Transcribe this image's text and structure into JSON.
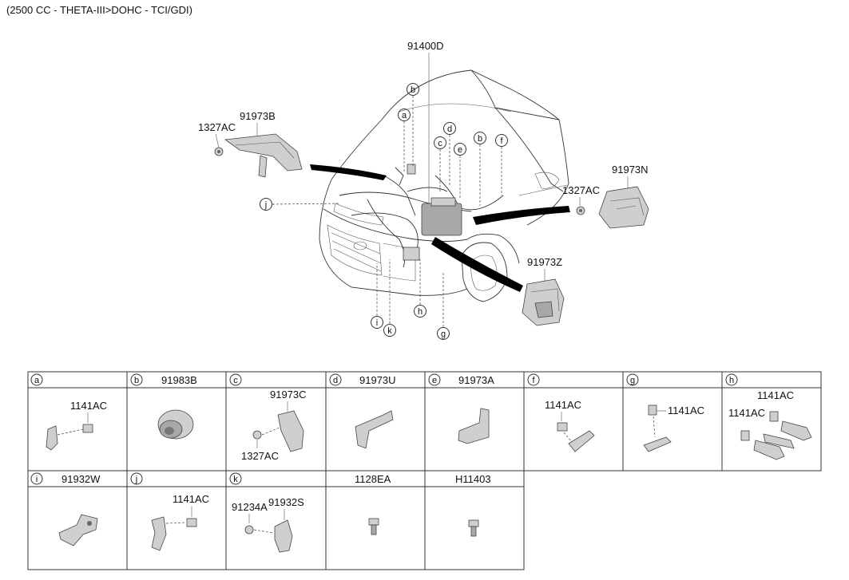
{
  "header": {
    "engine": "(2500 CC - THETA-III>DOHC - TCI/GDI)"
  },
  "main": {
    "harness": "91400D",
    "callouts": [
      {
        "id": "a"
      },
      {
        "id": "b"
      },
      {
        "id": "c"
      },
      {
        "id": "d"
      },
      {
        "id": "e"
      },
      {
        "id": "b2",
        "letter": "b"
      },
      {
        "id": "f"
      },
      {
        "id": "j"
      },
      {
        "id": "i"
      },
      {
        "id": "k"
      },
      {
        "id": "h"
      },
      {
        "id": "g"
      }
    ],
    "left_group": {
      "bracket": "91973B",
      "nut": "1327AC"
    },
    "right_group": {
      "bracket": "91973N",
      "nut": "1327AC"
    },
    "lower_group": {
      "bracket": "91973Z"
    }
  },
  "table": {
    "row1": [
      {
        "letter": "a",
        "part": "",
        "labels": [
          "1141AC"
        ]
      },
      {
        "letter": "b",
        "part": "91983B",
        "labels": []
      },
      {
        "letter": "c",
        "part": "",
        "labels": [
          "91973C",
          "1327AC"
        ]
      },
      {
        "letter": "d",
        "part": "91973U",
        "labels": []
      },
      {
        "letter": "e",
        "part": "91973A",
        "labels": []
      },
      {
        "letter": "f",
        "part": "",
        "labels": [
          "1141AC"
        ]
      },
      {
        "letter": "g",
        "part": "",
        "labels": [
          "1141AC"
        ]
      },
      {
        "letter": "h",
        "part": "",
        "labels": [
          "1141AC",
          "1141AC"
        ]
      }
    ],
    "row2": [
      {
        "letter": "i",
        "part": "91932W",
        "labels": []
      },
      {
        "letter": "j",
        "part": "",
        "labels": [
          "1141AC"
        ]
      },
      {
        "letter": "k",
        "part": "",
        "labels": [
          "91234A",
          "91932S"
        ]
      },
      {
        "letter": "",
        "part": "1128EA",
        "labels": []
      },
      {
        "letter": "",
        "part": "H11403",
        "labels": []
      }
    ]
  }
}
